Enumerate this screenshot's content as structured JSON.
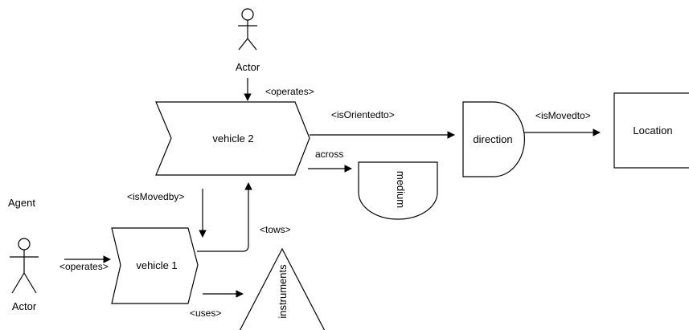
{
  "colors": {
    "stroke": "#000000",
    "background": "#ffffff",
    "text": "#000000"
  },
  "nodes": {
    "actor_top": {
      "label": "Actor",
      "icon": "actor-stick-figure-icon"
    },
    "actor_bottom": {
      "label": "Actor",
      "icon": "actor-stick-figure-icon"
    },
    "agent": {
      "label": "Agent"
    },
    "vehicle2": {
      "label": "vehicle 2"
    },
    "vehicle1": {
      "label": "vehicle 1"
    },
    "direction": {
      "label": "direction"
    },
    "location": {
      "label": "Location"
    },
    "medium": {
      "label": "medium"
    },
    "instruments": {
      "label": "instruments"
    }
  },
  "edges": {
    "operates_top": {
      "label": "<operates>"
    },
    "is_oriented_to": {
      "label": "<isOrientedto>"
    },
    "is_moved_to": {
      "label": "<isMovedto>"
    },
    "across": {
      "label": "across"
    },
    "is_moved_by": {
      "label": "<isMovedby>"
    },
    "tows": {
      "label": "<tows>"
    },
    "operates_bottom": {
      "label": "<operates>"
    },
    "uses": {
      "label": "<uses>"
    }
  }
}
